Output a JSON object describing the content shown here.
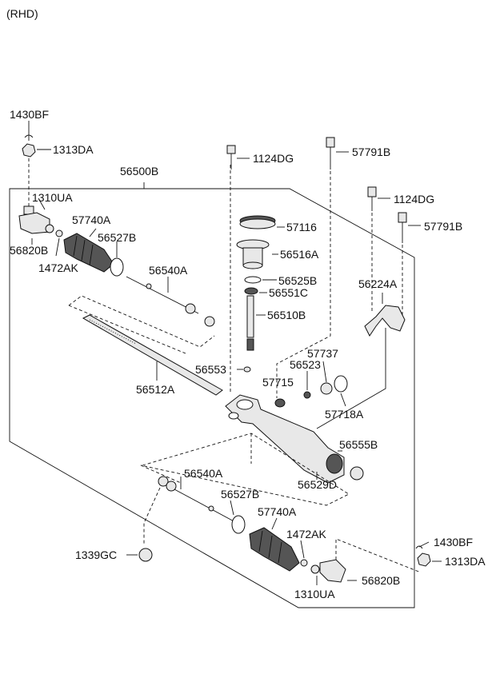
{
  "header": {
    "rhd_label": "(RHD)"
  },
  "labels": {
    "p1430BF_top": "1430BF",
    "p1313DA_top": "1313DA",
    "p56500B": "56500B",
    "p1310UA_top": "1310UA",
    "p56820B_top": "56820B",
    "p57740A_top": "57740A",
    "p56527B_top": "56527B",
    "p1472AK_top": "1472AK",
    "p56540A_top": "56540A",
    "p56512A": "56512A",
    "p1124DG_mid": "1124DG",
    "p57791B_mid": "57791B",
    "p57116": "57116",
    "p56516A": "56516A",
    "p56525B": "56525B",
    "p56551C": "56551C",
    "p56510B": "56510B",
    "p56553": "56553",
    "p1124DG_right": "1124DG",
    "p57791B_right": "57791B",
    "p56224A": "56224A",
    "p57737": "57737",
    "p56523": "56523",
    "p57715": "57715",
    "p57718A": "57718A",
    "p56555B": "56555B",
    "p56529D": "56529D",
    "p56540A_bot": "56540A",
    "p56527B_bot": "56527B",
    "p57740A_bot": "57740A",
    "p1472AK_bot": "1472AK",
    "p1339GC": "1339GC",
    "p1310UA_bot": "1310UA",
    "p56820B_bot": "56820B",
    "p1430BF_bot": "1430BF",
    "p1313DA_bot": "1313DA"
  }
}
